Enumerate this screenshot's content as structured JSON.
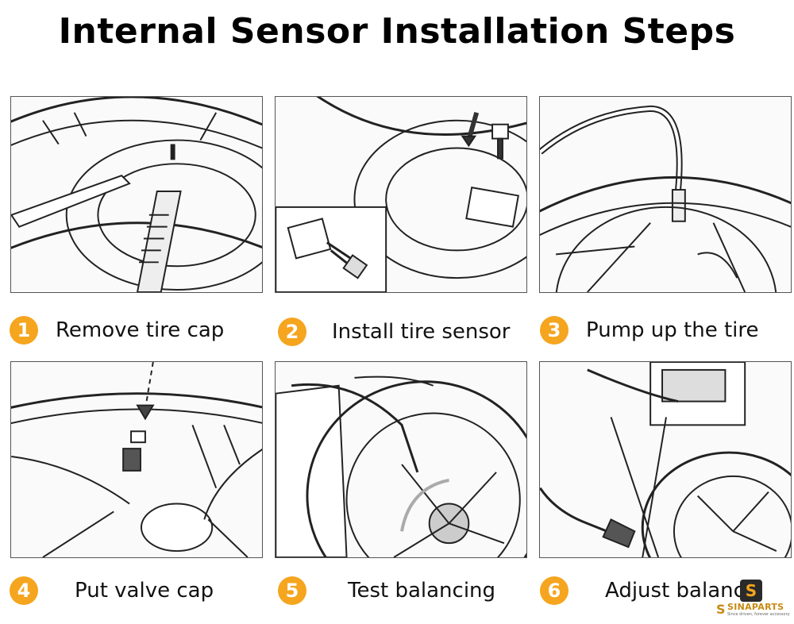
{
  "title": "Internal Sensor Installation Steps",
  "steps": [
    {
      "number": "1",
      "label": "Remove tire cap"
    },
    {
      "number": "2",
      "label": "Install tire sensor"
    },
    {
      "number": "3",
      "label": "Pump up the tire"
    },
    {
      "number": "4",
      "label": "Put valve cap"
    },
    {
      "number": "5",
      "label": "Test balancing"
    },
    {
      "number": "6",
      "label": "Adjust balanc"
    }
  ],
  "brand": {
    "name": "SINAPARTS",
    "tagline": "Since driven, forever accessory",
    "mark": "S"
  },
  "colors": {
    "badge": "#f5a51e",
    "line": "#222222"
  }
}
